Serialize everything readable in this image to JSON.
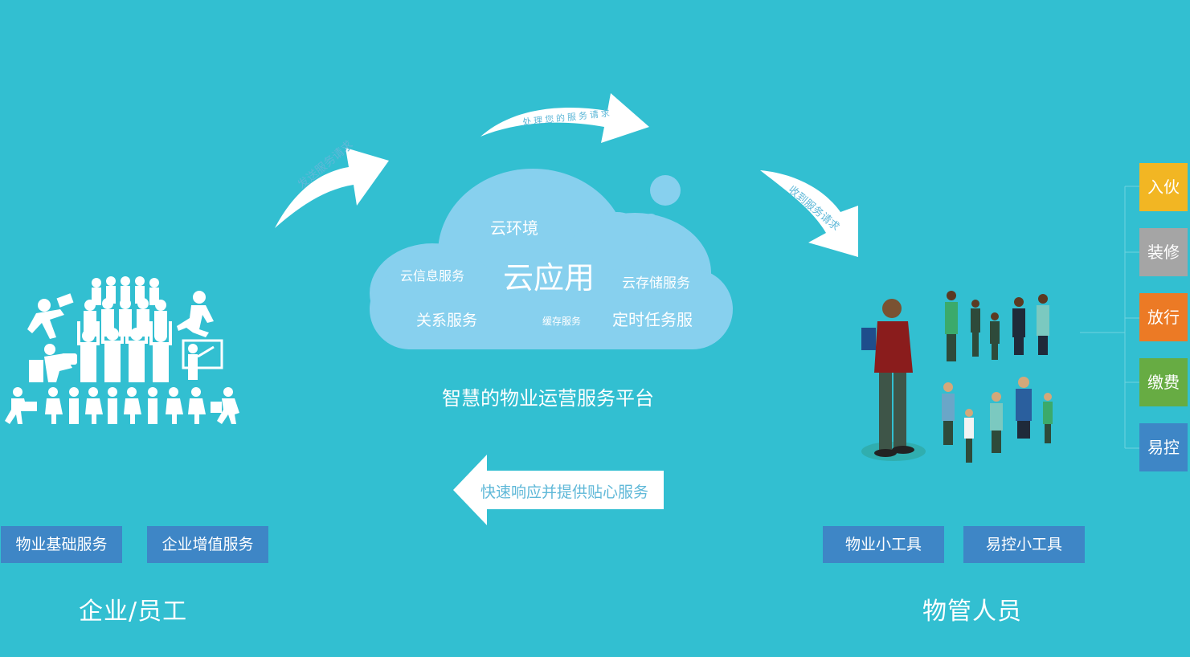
{
  "colors": {
    "background": "#32BFD1",
    "button_blue": "#3E86C6",
    "cloud": "#87D0EE",
    "side_yellow": "#F2B623",
    "side_gray": "#A5A5A5",
    "side_orange": "#EC7A25",
    "side_green": "#67AC43",
    "side_blue": "#3E86C6"
  },
  "arrows": {
    "send_request": "发送服务请求",
    "process_request": "处理您的服务请求",
    "receive_request": "收到服务请求",
    "respond": "快速响应并提供贴心服务"
  },
  "cloud": {
    "center": "云应用",
    "env": "云环境",
    "info": "云信息服务",
    "storage": "云存储服务",
    "relation": "关系服务",
    "cache": "缓存服务",
    "timer": "定时任务服"
  },
  "platform_title": "智慧的物业运营服务平台",
  "left": {
    "buttons": [
      "物业基础服务",
      "企业增值服务"
    ],
    "label": "企业/员工"
  },
  "right": {
    "buttons": [
      "物业小工具",
      "易控小工具"
    ],
    "label": "物管人员"
  },
  "side_menu": [
    "入伙",
    "装修",
    "放行",
    "缴费",
    "易控"
  ],
  "icons": {
    "left_group": "people-crowd-icon",
    "right_group": "property-staff-people-icon"
  }
}
